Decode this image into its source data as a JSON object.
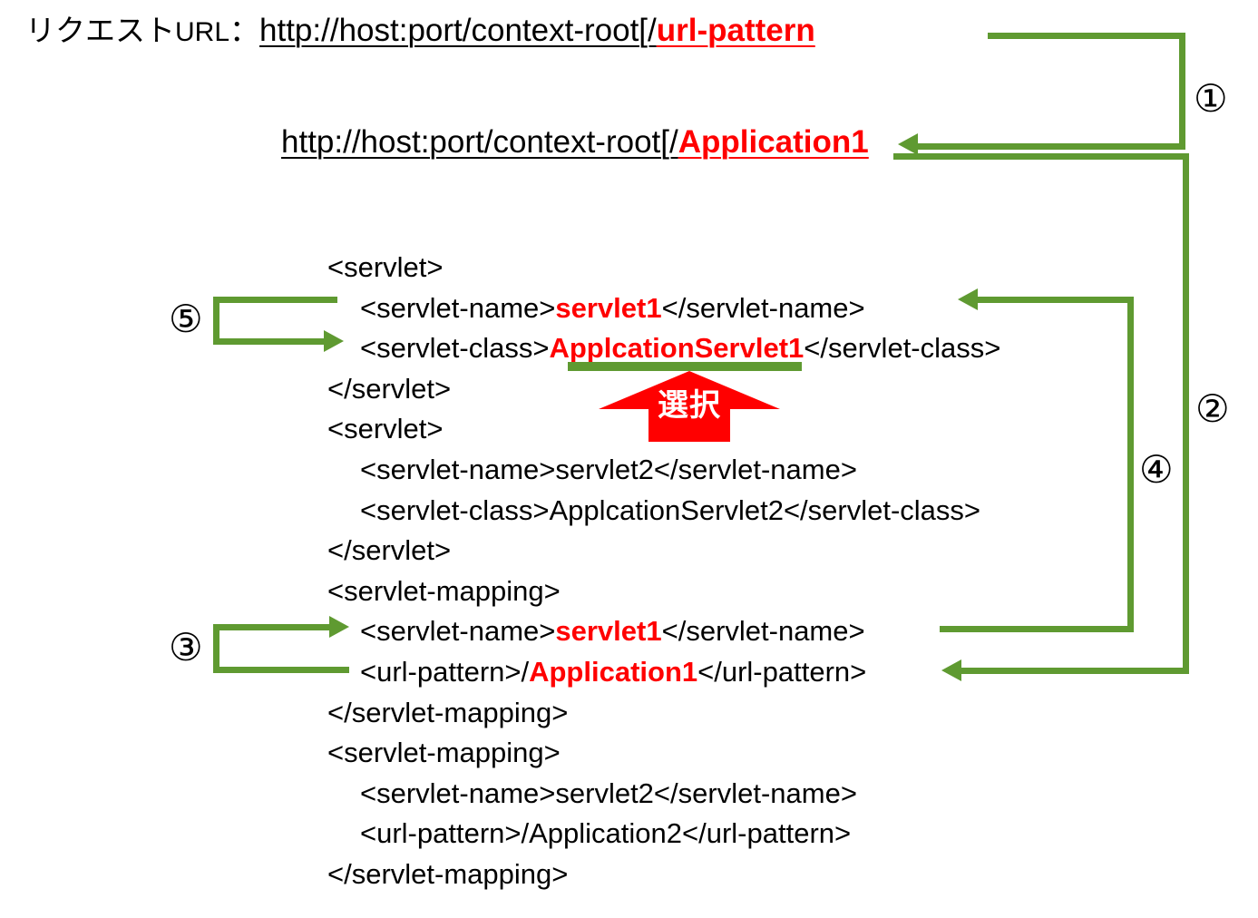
{
  "header": {
    "request_label": "リクエスト",
    "request_label_ascii": "URL",
    "colon": "：",
    "request_url_base": "http://host:port/context-root[/",
    "request_url_pattern": "url-pattern",
    "resolved_url_base": "http://host:port/context-root[/",
    "resolved_url_pattern": "Application1"
  },
  "xml": {
    "lines": [
      {
        "indent": 0,
        "text": "<servlet>",
        "highlight": ""
      },
      {
        "indent": 1,
        "text": "<servlet-name>",
        "highlight": "servlet1",
        "tail": "</servlet-name>"
      },
      {
        "indent": 1,
        "text": "<servlet-class>",
        "highlight": "ApplcationServlet1",
        "tail": "</servlet-class>"
      },
      {
        "indent": 0,
        "text": "</servlet>",
        "highlight": ""
      },
      {
        "indent": 0,
        "text": "<servlet>",
        "highlight": ""
      },
      {
        "indent": 1,
        "text": "<servlet-name>servlet2</servlet-name>",
        "highlight": ""
      },
      {
        "indent": 1,
        "text": "<servlet-class>ApplcationServlet2</servlet-class>",
        "highlight": ""
      },
      {
        "indent": 0,
        "text": "</servlet>",
        "highlight": ""
      },
      {
        "indent": 0,
        "text": "<servlet-mapping>",
        "highlight": ""
      },
      {
        "indent": 1,
        "text": "<servlet-name>",
        "highlight": "servlet1",
        "tail": "</servlet-name>"
      },
      {
        "indent": 1,
        "text": "<url-pattern>/",
        "highlight": "Application1",
        "tail": "</url-pattern>"
      },
      {
        "indent": 0,
        "text": "</servlet-mapping>",
        "highlight": ""
      },
      {
        "indent": 0,
        "text": "<servlet-mapping>",
        "highlight": ""
      },
      {
        "indent": 1,
        "text": "<servlet-name>servlet2</servlet-name>",
        "highlight": ""
      },
      {
        "indent": 1,
        "text": "<url-pattern>/Application2</url-pattern>",
        "highlight": ""
      },
      {
        "indent": 0,
        "text": "</servlet-mapping>",
        "highlight": ""
      }
    ]
  },
  "steps": [
    {
      "marker": "①"
    },
    {
      "marker": "②"
    },
    {
      "marker": "③"
    },
    {
      "marker": "④"
    },
    {
      "marker": "⑤"
    }
  ],
  "callout": {
    "label": "選択"
  },
  "colors": {
    "connector_green": "#5f9a31",
    "highlight_red": "#ff0000",
    "text_black": "#000000",
    "background": "#ffffff"
  }
}
